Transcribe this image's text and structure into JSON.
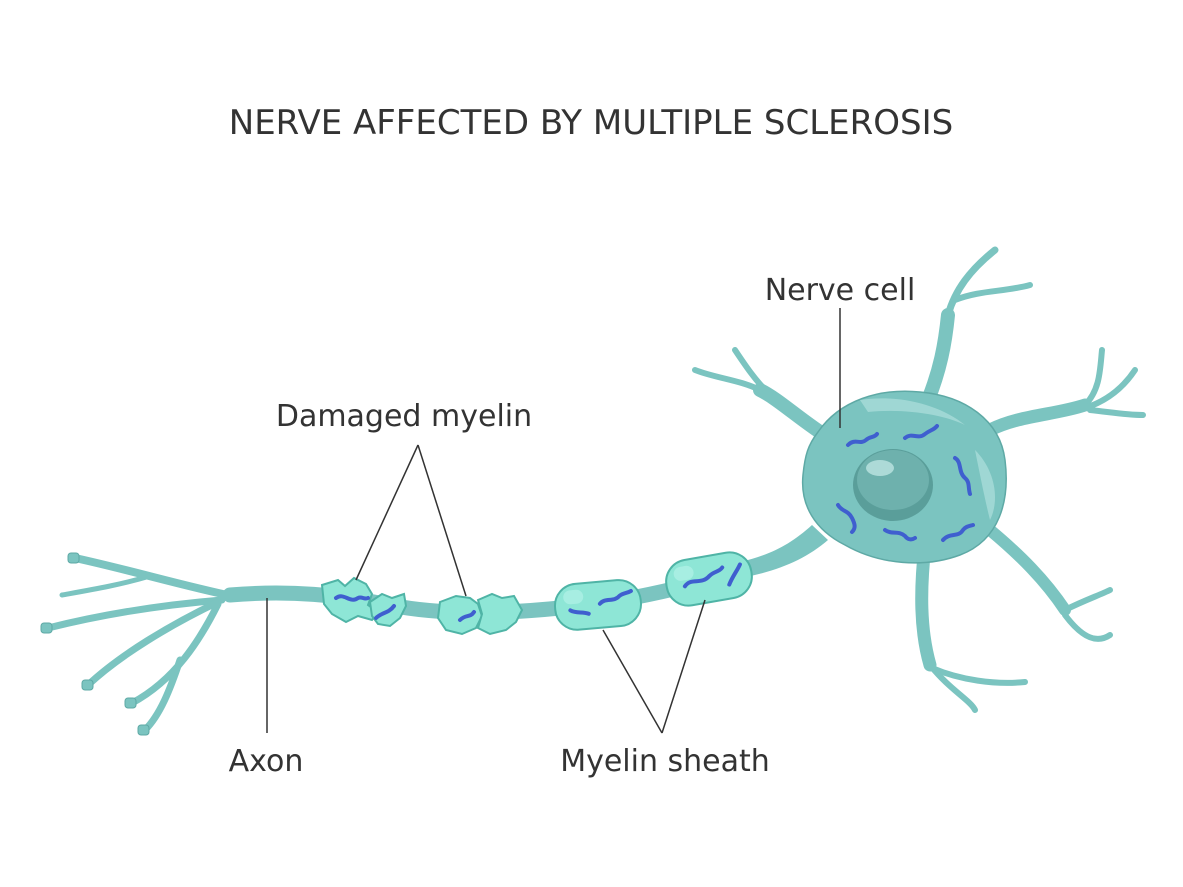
{
  "title": "NERVE AFFECTED BY MULTIPLE SCLEROSIS",
  "labels": {
    "nerve_cell": "Nerve cell",
    "damaged_myelin": "Damaged myelin",
    "axon": "Axon",
    "myelin_sheath": "Myelin sheath"
  },
  "colors": {
    "cell_body": "#7bc4c0",
    "myelin": "#8ee6d6",
    "organelle": "#3f5fcf",
    "text": "#333333"
  }
}
